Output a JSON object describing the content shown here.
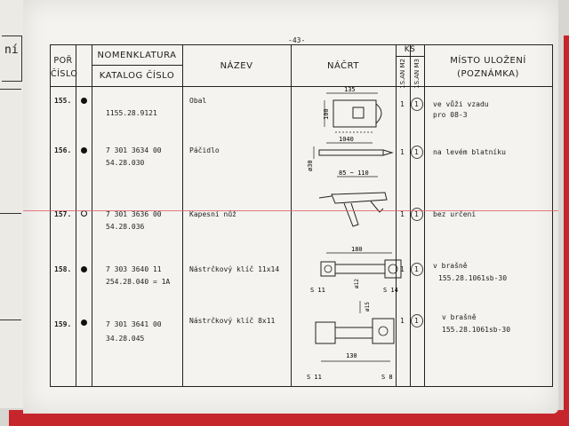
{
  "page_number": "-43-",
  "left_fragment": "ní",
  "header": {
    "col_por": [
      "POŘ",
      "ČÍSLO"
    ],
    "col_nomenklatura": [
      "NOMENKLATURA",
      "KATALOG ČÍSLO"
    ],
    "col_nazev": "NÁZEV",
    "col_nacrt": "NÁČRT",
    "col_ks": "KS",
    "col_ks_sub1": "1S.AN M2",
    "col_ks_sub2": "1S.AN M3",
    "col_misto": [
      "MÍSTO ULOŽENÍ",
      "(POZNÁMKA)"
    ]
  },
  "rows": [
    {
      "no": "155.",
      "marker": "filled",
      "catalog1": "",
      "catalog2": "1155.28.9121",
      "name": "Obal",
      "ks1": "1",
      "ks2": "1",
      "note1": "ve vůži vzadu",
      "note2": "pro 08-3",
      "dims": [
        "135",
        "100"
      ]
    },
    {
      "no": "156.",
      "marker": "filled",
      "catalog1": "7 301 3634 00",
      "catalog2": "54.28.030",
      "name": "Páčidlo",
      "ks1": "1",
      "ks2": "1",
      "note1": "na levém blatníku",
      "note2": "",
      "dims": [
        "1040",
        "ø30"
      ]
    },
    {
      "no": "157.",
      "marker": "ring",
      "catalog1": "7 301 3636 00",
      "catalog2": "54.28.036",
      "name": "Kapesní nůž",
      "ks1": "1",
      "ks2": "1",
      "note1": "bez určení",
      "note2": "",
      "dims": [
        "85 ~ 110"
      ]
    },
    {
      "no": "158.",
      "marker": "filled",
      "catalog1": "7 303 3640 11",
      "catalog2": "254.28.040 = 1A",
      "name": "Nástrčkový klíč 11x14",
      "ks1": "1",
      "ks2": "1",
      "note1": "v brašně",
      "note2": "155.28.1061sb-30",
      "dims": [
        "180",
        "S 11",
        "S 14",
        "ø12"
      ]
    },
    {
      "no": "159.",
      "marker": "filled",
      "catalog1": "7 301 3641 00",
      "catalog2": "34.28.045",
      "name": "Nástrčkový klíč 8x11",
      "ks1": "1",
      "ks2": "1",
      "note1": "v brašně",
      "note2": "155.28.1061sb-30",
      "dims": [
        "130",
        "S 11",
        "S 8",
        "ø15"
      ]
    }
  ]
}
